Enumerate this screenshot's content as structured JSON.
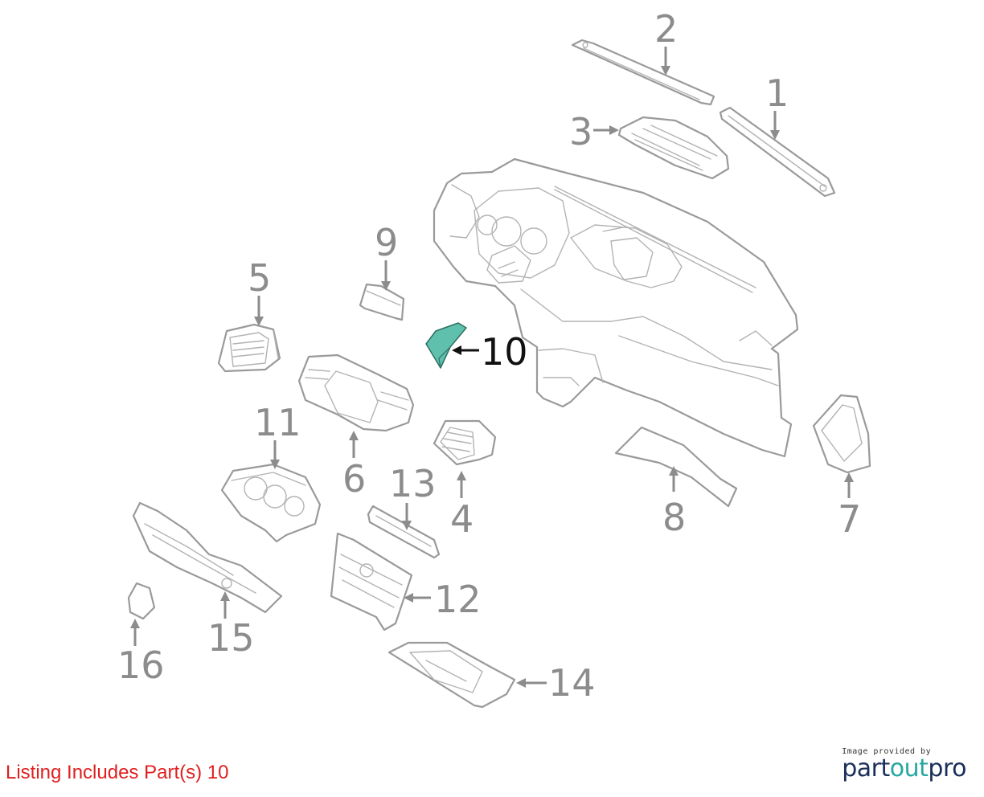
{
  "callouts": [
    "1",
    "2",
    "3",
    "4",
    "5",
    "6",
    "7",
    "8",
    "9",
    "10",
    "11",
    "12",
    "13",
    "14",
    "15",
    "16"
  ],
  "highlighted_part": "10",
  "highlight_color": "#5fc1ad",
  "listing_text": "Listing Includes Part(s) 10",
  "credit": {
    "small_text": "Image provided by",
    "brand_part1": "part",
    "brand_part2": "out",
    "brand_part3": "pro"
  }
}
